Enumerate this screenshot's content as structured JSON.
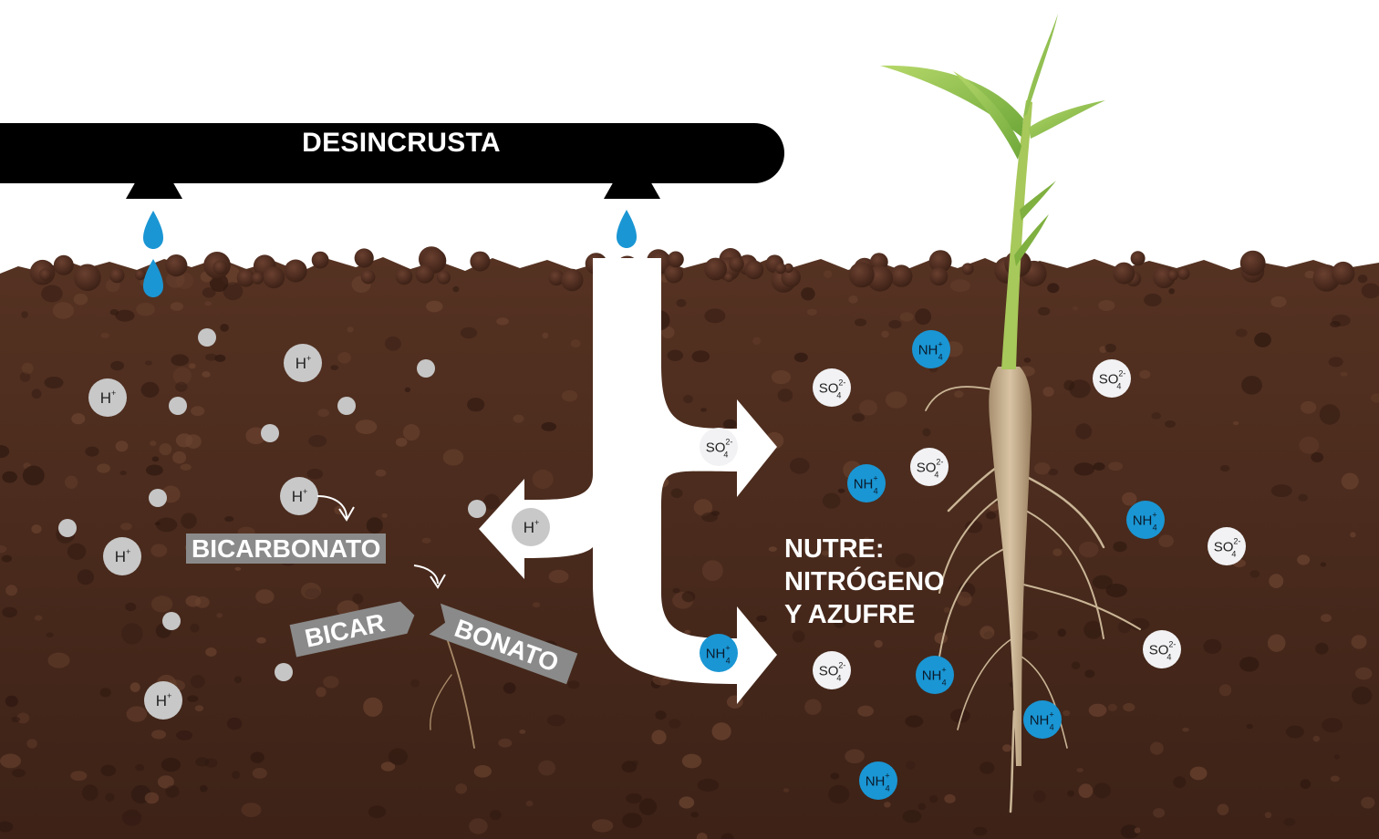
{
  "banner": {
    "label": "DESINCRUSTA"
  },
  "bicarbonate": {
    "whole": "BICARBONATO",
    "left_fragment": "BICAR",
    "right_fragment": "BONATO"
  },
  "nutrient_text": {
    "line1": "NUTRE:",
    "line2": "NITRÓGENO",
    "line3": "Y AZUFRE"
  },
  "ions": {
    "hydrogen": {
      "base": "H",
      "charge": "+"
    },
    "sulfate": {
      "base": "SO",
      "sub": "4",
      "charge": "2-"
    },
    "ammonium": {
      "base": "NH",
      "sub": "4",
      "charge": "+"
    }
  },
  "colors": {
    "banner": "#000000",
    "water": "#1a96d4",
    "soil": "#4a2a1a",
    "ammonium_bubble": "#1a96d4",
    "sulfate_bubble": "#f2f2f4",
    "hydrogen_bubble": "#c8c8c8",
    "flow_arrow": "#ffffff",
    "label_tag": "#8a8a8a"
  }
}
